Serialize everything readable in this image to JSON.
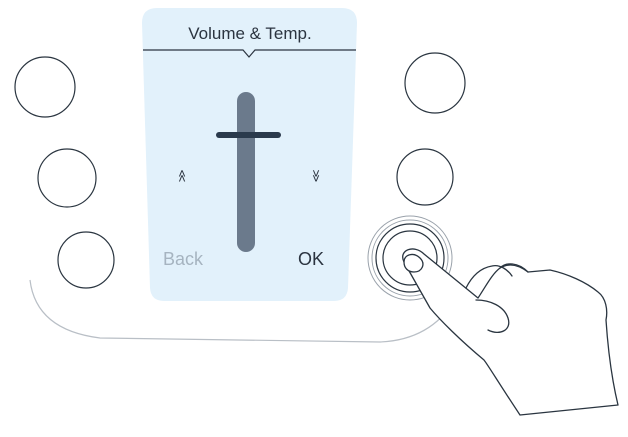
{
  "display": {
    "title": "Volume & Temp.",
    "back_label": "Back",
    "ok_label": "OK",
    "up_glyph": "˄",
    "down_glyph": "˅"
  },
  "colors": {
    "outline": "#2a3540",
    "screen_bg": "#e2f1fb",
    "screen_text_active": "#2b3440",
    "screen_text_muted": "#a6b4c0",
    "slider_track": "#6b7a8c",
    "slider_thumb": "#2a3a4c",
    "panel_line": "#b9bfc6"
  },
  "icons": {
    "up_arrow": "double-chevron-up-icon",
    "down_arrow": "double-chevron-down-icon",
    "hand": "pressing-hand-icon"
  }
}
